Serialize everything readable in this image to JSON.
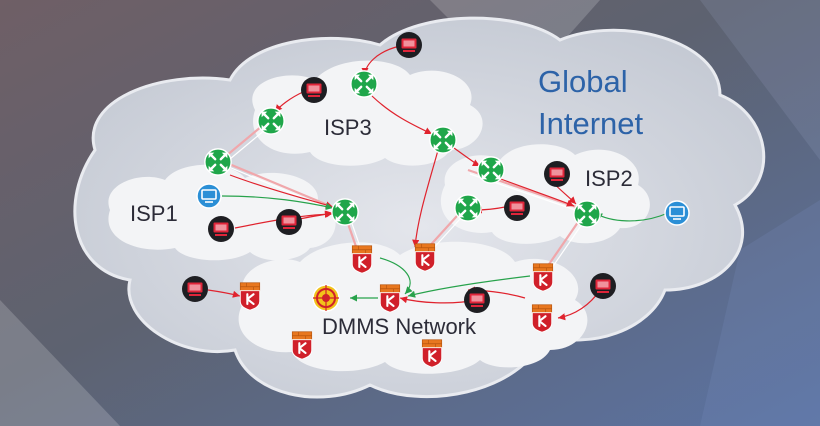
{
  "labels": {
    "global_line1": "Global",
    "global_line2": "Internet",
    "isp1": "ISP1",
    "isp2": "ISP2",
    "isp3": "ISP3",
    "dmms": "DMMS Network"
  },
  "colors": {
    "background_top": "#6a6a78",
    "background_bottom": "#5a6e9a",
    "cloud_fill": "#cfd3db",
    "cloud_inner": "#f2f3f5",
    "router_green": "#1fa64a",
    "firewall_orange": "#e8771f",
    "firewall_red": "#d0202a",
    "attacker_black": "#1e1e22",
    "attacker_red": "#e0253a",
    "client_blue": "#2b8fd6",
    "attack_line": "#e0232e",
    "legit_line": "#27a24b",
    "target_yellow": "#f2c21a"
  },
  "icons": {
    "router": "router-icon",
    "firewall": "firewall-icon",
    "attacker": "attacker-icon",
    "client": "client-icon",
    "target": "target-icon"
  }
}
